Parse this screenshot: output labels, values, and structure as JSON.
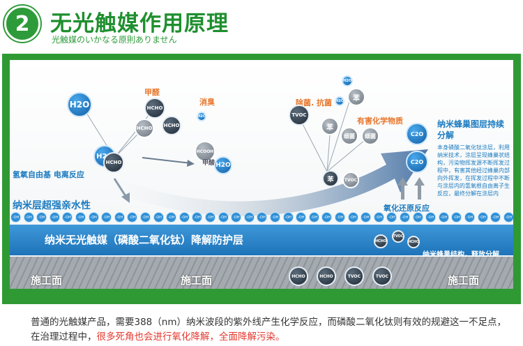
{
  "header": {
    "number": "2",
    "title": "无光触媒作用原理",
    "subtitle": "光触媒のいかなる原則ありません"
  },
  "diagram": {
    "labels": {
      "formaldehyde": "甲醛",
      "deodorize": "消臭",
      "sterilize": "除菌. 抗菌",
      "harmful": "有害化学物质",
      "radical": "氢氧自由基 电离反应",
      "hydrophilic": "纳米层超强亲水性",
      "redox": "氧化还原反应",
      "honeycomb_title": "纳米蜂巢图层持续分解",
      "honeycomb_desc": "本身磷酸二氧化钛涂层，利用纳米技术，涂层呈现蜂巢状结构，污染物挥发源不断挥发过程中，有害其他经过蜂巢内部向外挥发，在挥发过程中不断与涂层内的氢氧根自由离子生反应，最终分解在涂层内",
      "honeycomb_release": "纳米蜂巢结构，释放分解",
      "band": "纳米无光触媒（磷酸二氧化钛）降解防护层",
      "ground": "施工面",
      "oh": "-OH"
    },
    "molecules": {
      "h2o_big": "H2O",
      "h2o_small": "H2O",
      "hcho": "HCHO",
      "tvoc": "TVOC",
      "benzene": "苯",
      "bacteria": "细菌",
      "hcooh": "HCOOH",
      "formic": "甲酸",
      "c2o": "C2O",
      "h2o_label": "H2O"
    },
    "colors": {
      "green": "#2f9a34",
      "blue": "#1d7cc0",
      "orange": "#e8762b",
      "red": "#e3382e"
    }
  },
  "caption": {
    "line1": "普通的光触媒产品，需要388（nm）纳米波段的紫外线产生化学反应，而磷酸二氧化钛则有效的规避这一不足点，",
    "line2_prefix": "在治理过程中，",
    "line2_highlight": "很多死角也会进行氧化降解，全面降解污染。"
  }
}
